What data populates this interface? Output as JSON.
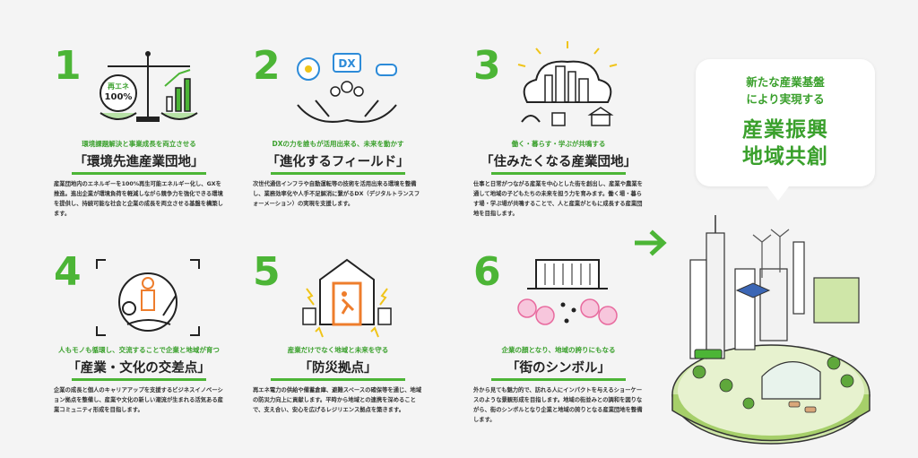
{
  "items": [
    {
      "num": "1",
      "sub": "環境課題解決と事業成長を両立させる",
      "title": "「環境先進産業団地」",
      "desc": "産業団地内のエネルギーを100%再生可能エネルギー化し、GXを推進。進出企業が環境負荷を軽減しながら競争力を強化できる環境を提供し、持続可能な社会と企業の成長を両立させる基盤を構築します。",
      "badge_top": "再エネ",
      "badge_bottom": "100%"
    },
    {
      "num": "2",
      "sub": "DXの力を誰もが活用出来る、未来を動かす",
      "title": "「進化するフィールド」",
      "desc": "次世代通信インフラや自動運転等の技術を活用出来る環境を整備し、業務効率化や人手不足解消に繋がるDX（デジタルトランスフォーメーション）の実現を支援します。",
      "badge": "DX"
    },
    {
      "num": "3",
      "sub": "働く・暮らす・学ぶが共鳴する",
      "title": "「住みたくなる産業団地」",
      "desc": "仕事と日常がつながる産業を中心とした街を創出し、産業や農業を通して地域の子どもたちの未来を担う力を育みます。働く場・暮らす場・学ぶ場が共鳴することで、人と産業がともに成長する産業団地を目指します。"
    },
    {
      "num": "4",
      "sub": "人もモノも循環し、交流することで企業と地域が育つ",
      "title": "「産業・文化の交差点」",
      "desc": "企業の成長と個人のキャリアアップを支援するビジネスイノベーション拠点を整備し、産業や文化の新しい潮流が生まれる活気ある産業コミュニティ形成を目指します。"
    },
    {
      "num": "5",
      "sub": "産業だけでなく地域と未来を守る",
      "title": "「防災拠点」",
      "desc": "再エネ電力の供給や備蓄倉庫、避難スペースの確保等を通じ、地域の防災力向上に貢献します。平時から地域との連携を深めることで、支え合い、安心を広げるレジリエンス拠点を築きます。"
    },
    {
      "num": "6",
      "sub": "企業の顔となり、地域の誇りにもなる",
      "title": "「街のシンボル」",
      "desc": "外から見ても魅力的で、訪れる人にインパクトを与えるショーケースのような景観形成を目指します。地域の街並みとの調和を図りながら、街のシンボルとなり企業と地域の誇りとなる産業団地を整備します。"
    }
  ],
  "bubble": {
    "lead1": "新たな産業基盤",
    "lead2": "により実現する",
    "main1": "産業振興",
    "main2": "地域共創"
  },
  "colors": {
    "accent": "#4cb536",
    "text": "#222222",
    "pink": "#f29bc0",
    "orange": "#ee7d2c"
  }
}
